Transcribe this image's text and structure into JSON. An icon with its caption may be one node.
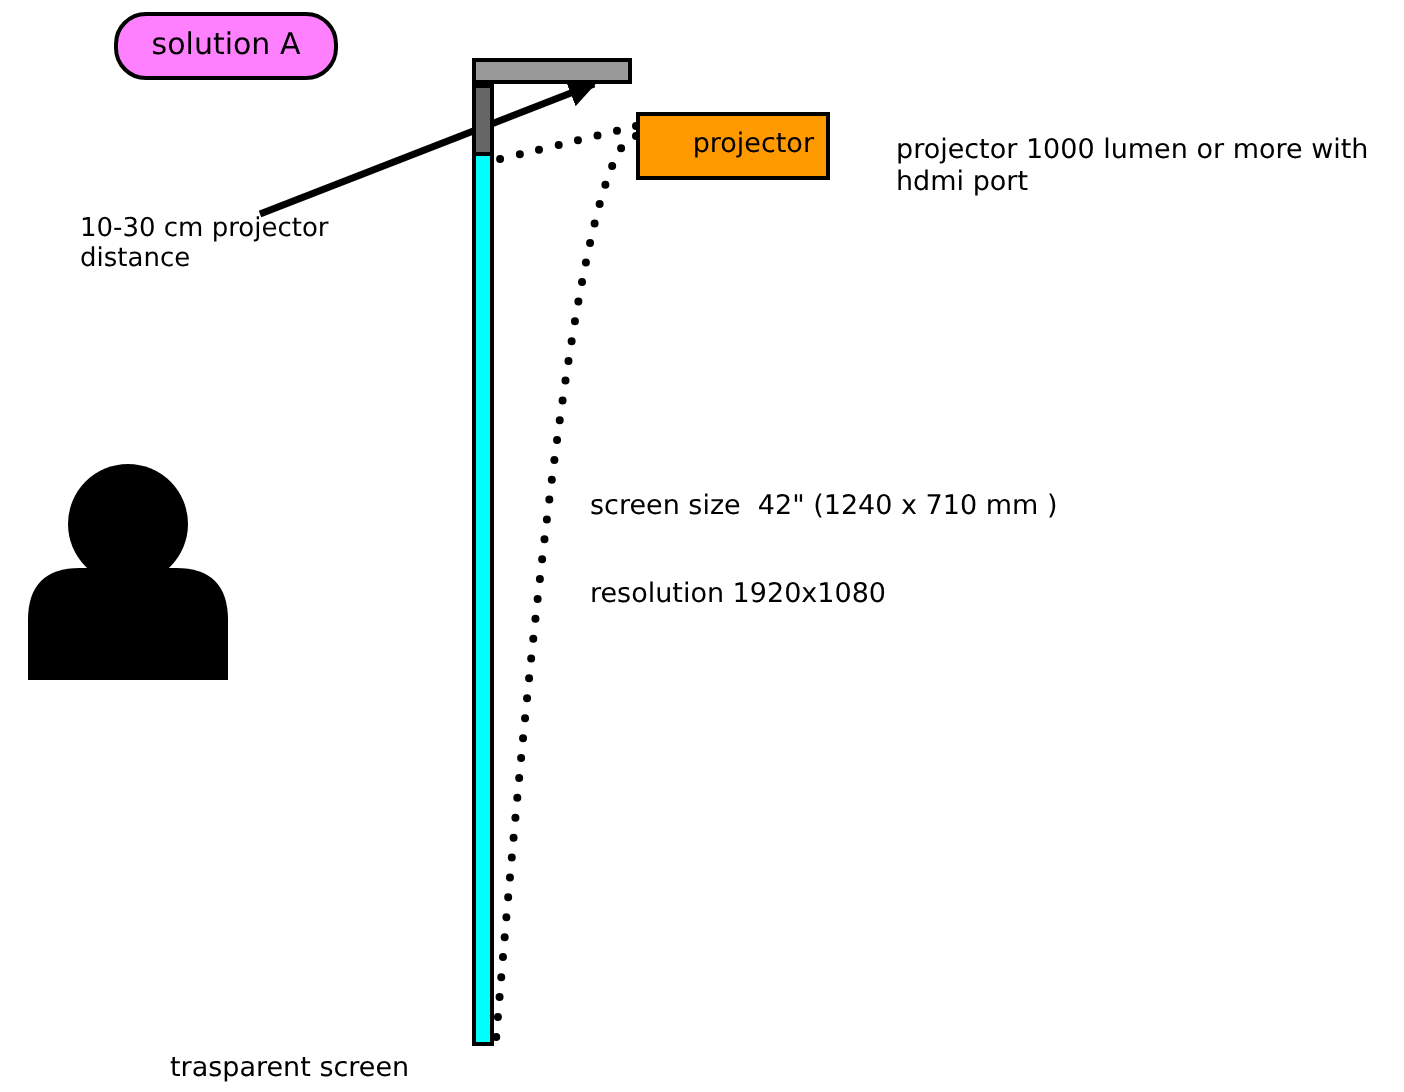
{
  "diagram": {
    "nodes": [
      {
        "text": [
          "solution A"
        ]
      },
      {
        "text": [
          "projector"
        ]
      },
      {
        "text": [
          "trasparent screen"
        ]
      },
      {
        "text": [
          "10-30 cm projector distance"
        ]
      },
      {
        "text": [],
        "shape": "bar"
      }
    ],
    "edges": [
      {
        "from": 3,
        "to": 4,
        "arrow": "to"
      },
      {
        "from": 1,
        "to": 2,
        "arrow": "none",
        "style": "dashed"
      },
      {
        "from": 1,
        "to": 2,
        "arrow": "none",
        "style": "dashed"
      }
    ],
    "labels": [
      "projector 1000 lumen or more with hdmi port",
      "screen size  42\" (1240 x 710 mm )",
      "resolution 1920x1080"
    ]
  }
}
